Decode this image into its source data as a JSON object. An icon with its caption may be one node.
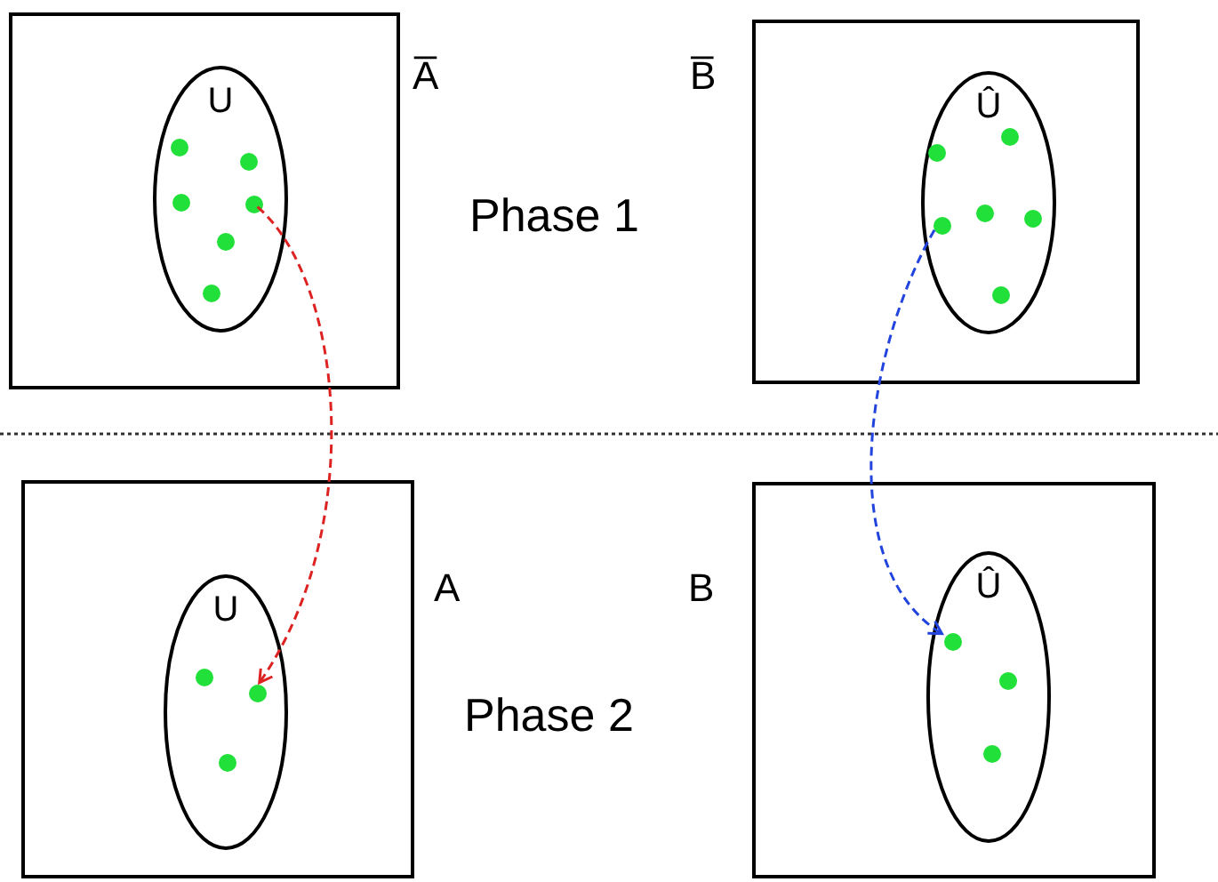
{
  "diagram": {
    "nodes": [
      {
        "text": [],
        "shape": "box",
        "beside": [
          "A̅"
        ]
      },
      {
        "text": [
          "U"
        ],
        "in": 0
      },
      {
        "text": [],
        "shape": "circle",
        "in": 1
      },
      {
        "text": [],
        "shape": "circle",
        "in": 1
      },
      {
        "text": [],
        "shape": "circle",
        "in": 1
      },
      {
        "text": [],
        "shape": "circle",
        "in": 1
      },
      {
        "text": [],
        "shape": "circle",
        "in": 1
      },
      {
        "text": [],
        "shape": "circle",
        "in": 1
      },
      {
        "text": [],
        "shape": "box",
        "beside": [
          "B̅"
        ]
      },
      {
        "text": [
          "Û"
        ],
        "in": 8
      },
      {
        "text": [],
        "shape": "circle",
        "in": 9
      },
      {
        "text": [],
        "shape": "circle",
        "in": 9
      },
      {
        "text": [],
        "shape": "circle",
        "in": 9
      },
      {
        "text": [],
        "shape": "circle",
        "in": 9
      },
      {
        "text": [],
        "shape": "circle",
        "in": 9
      },
      {
        "text": [],
        "shape": "circle",
        "in": 9
      },
      {
        "text": [],
        "shape": "box",
        "beside": [
          "A"
        ]
      },
      {
        "text": [
          "U"
        ],
        "in": 16
      },
      {
        "text": [],
        "shape": "circle",
        "in": 17
      },
      {
        "text": [],
        "shape": "circle",
        "in": 17
      },
      {
        "text": [],
        "shape": "circle",
        "in": 17
      },
      {
        "text": [],
        "shape": "box",
        "beside": [
          "B"
        ]
      },
      {
        "text": [
          "Û"
        ],
        "in": 21
      },
      {
        "text": [],
        "shape": "circle",
        "in": 22
      },
      {
        "text": [],
        "shape": "circle",
        "in": 22
      },
      {
        "text": [],
        "shape": "circle",
        "in": 22
      }
    ],
    "edges": [
      {
        "from": 5,
        "to": 19,
        "arrow": "to",
        "style": "dashed",
        "color": "#dd2222"
      },
      {
        "from": 14,
        "to": 23,
        "arrow": "to",
        "style": "dashed",
        "color": "#2244dd"
      }
    ],
    "labels": [
      "Phase 1",
      "Phase 2"
    ]
  }
}
